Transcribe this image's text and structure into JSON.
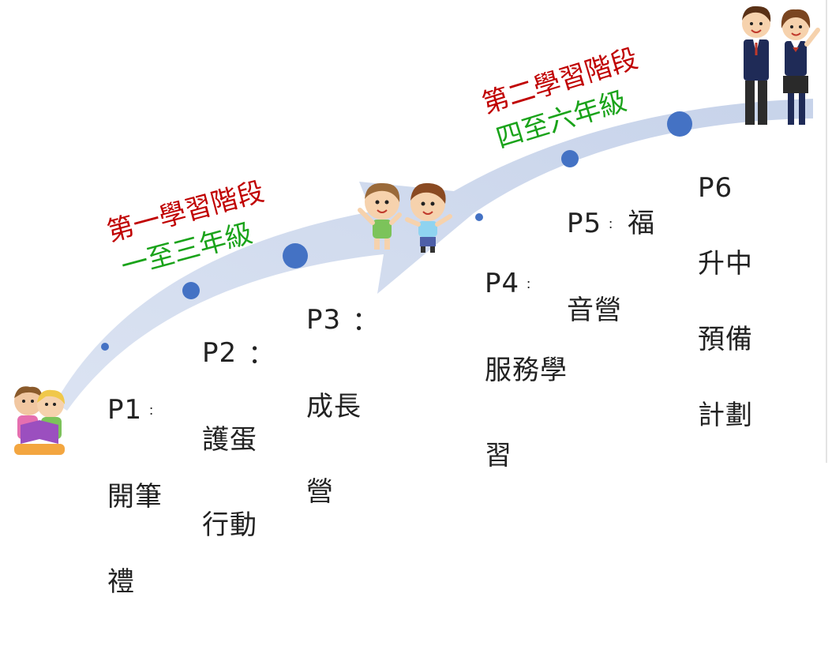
{
  "phases": [
    {
      "title": "第一學習階段",
      "subtitle": "一至三年級"
    },
    {
      "title": "第二學習階段",
      "subtitle": "四至六年級"
    }
  ],
  "stages": [
    {
      "code": "P1",
      "sep": "：",
      "lines": [
        "開筆",
        "禮"
      ]
    },
    {
      "code": "P2",
      "sep": "：",
      "lines": [
        "護蛋",
        "行動"
      ]
    },
    {
      "code": "P3",
      "sep": "：",
      "lines": [
        "成長",
        "營"
      ]
    },
    {
      "code": "P4",
      "sep": "：",
      "lines": [
        "服務學",
        "習"
      ]
    },
    {
      "code": "P5",
      "sep": "：",
      "lines": [
        "福",
        "音營"
      ]
    },
    {
      "code": "P6",
      "sep": "",
      "lines": [
        "升中",
        "預備",
        "計劃"
      ]
    }
  ],
  "colors": {
    "arrow": "#c9d4ea",
    "dot": "#4472c4",
    "phase_title": "#c00000",
    "phase_subtitle": "#1aa31a"
  },
  "icons": [
    "children-reading-icon",
    "two-kids-cheering-icon",
    "students-in-uniform-icon"
  ]
}
